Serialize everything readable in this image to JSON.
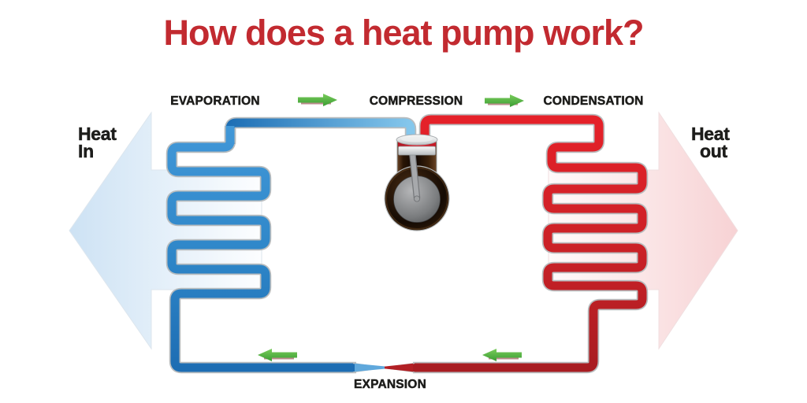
{
  "title": {
    "text": "How does a heat pump work?",
    "color": "#c22a30"
  },
  "labels": {
    "evaporation": "EVAPORATION",
    "compression": "COMPRESSION",
    "condensation": "CONDENSATION",
    "expansion": "EXPANSION",
    "heat_in_line1": "Heat",
    "heat_in_line2": "In",
    "heat_out_line1": "Heat",
    "heat_out_line2": "out"
  },
  "colors": {
    "title_red": "#c22a30",
    "label_black": "#1d1d1b",
    "pipe_blue": "#2e86c8",
    "pipe_blue_light": "#85c7ec",
    "pipe_red": "#c4202a",
    "pipe_red_dark": "#a81d22",
    "flow_arrow_green": "#52b848",
    "heat_in_arrow_blue": "#cde2f4",
    "heat_out_arrow_pink": "#f7d2d4",
    "pipe_outline_gray": "#b8bcbe"
  },
  "icons": {
    "flow_arrow_top_1": "flow-arrow-right-icon",
    "flow_arrow_top_2": "flow-arrow-right-icon",
    "flow_arrow_bottom_1": "flow-arrow-left-icon",
    "flow_arrow_bottom_2": "flow-arrow-left-icon",
    "heat_in": "heat-in-arrow-icon",
    "heat_out": "heat-out-arrow-icon",
    "compressor": "compressor-piston-icon",
    "expansion_valve": "expansion-valve-icon"
  }
}
